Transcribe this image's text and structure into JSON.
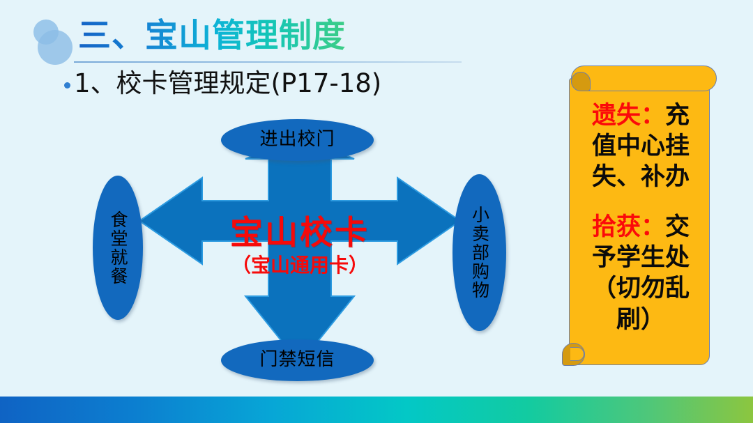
{
  "slide": {
    "background_color": "#e4f4fa",
    "title": "三、宝山管理制度",
    "subtitle": "1、校卡管理规定(P17-18)"
  },
  "diagram": {
    "center": {
      "main": "宝山校卡",
      "sub": "（宝山通用卡）",
      "text_color": "#f60a0a",
      "shape_color": "#0b72bd"
    },
    "nodes": [
      {
        "id": "top",
        "label": "进出校门",
        "orientation": "horizontal"
      },
      {
        "id": "left",
        "label": "食堂就餐",
        "orientation": "vertical"
      },
      {
        "id": "right",
        "label": "小卖部购物",
        "orientation": "vertical"
      },
      {
        "id": "bottom",
        "label": "门禁短信",
        "orientation": "horizontal"
      }
    ],
    "node_color": "#1269be",
    "node_text_color": "#000000"
  },
  "note_scroll": {
    "background_color": "#fdb913",
    "curl_color": "#d59a10",
    "lines": [
      {
        "highlight": "遗失：",
        "rest": "充"
      },
      {
        "highlight": "",
        "rest": "值中心挂"
      },
      {
        "highlight": "",
        "rest": "失、补办"
      },
      {
        "highlight": "拾获：",
        "rest": "交"
      },
      {
        "highlight": "",
        "rest": "予学生处"
      },
      {
        "highlight": "",
        "rest": "（切勿乱"
      },
      {
        "highlight": "",
        "rest": "刷）"
      }
    ],
    "highlight_color": "#fb0a0a",
    "text_color": "#0b0b0b"
  },
  "bottom_bar": {
    "gradient_stops": [
      "#0f63c4",
      "#07a6d6",
      "#03c8c6",
      "#4ec77a",
      "#8cc63f"
    ]
  }
}
